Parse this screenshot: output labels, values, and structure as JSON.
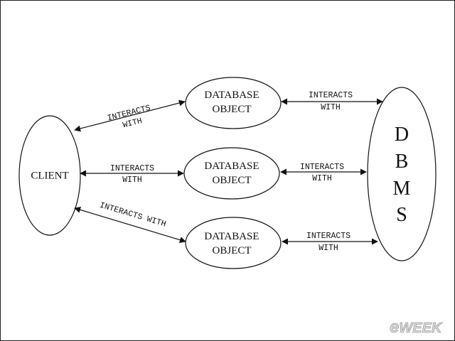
{
  "nodes": {
    "client": {
      "label": "CLIENT"
    },
    "db1": {
      "line1": "DATABASE",
      "line2": "OBJECT"
    },
    "db2": {
      "line1": "DATABASE",
      "line2": "OBJECT"
    },
    "db3": {
      "line1": "DATABASE",
      "line2": "OBJECT"
    },
    "dbms": {
      "letters": [
        "D",
        "B",
        "M",
        "S"
      ]
    }
  },
  "edges": {
    "client_db1": {
      "line1": "INTERACTS",
      "line2": "WITH"
    },
    "client_db2": {
      "line1": "INTERACTS",
      "line2": "WITH"
    },
    "client_db3": {
      "line1": "INTERACTS WITH"
    },
    "db1_dbms": {
      "line1": "INTERACTS",
      "line2": "WITH"
    },
    "db2_dbms": {
      "line1": "INTERACTS",
      "line2": "WITH"
    },
    "db3_dbms": {
      "line1": "INTERACTS",
      "line2": "WITH"
    }
  },
  "watermark": {
    "text": "eWEEK"
  }
}
